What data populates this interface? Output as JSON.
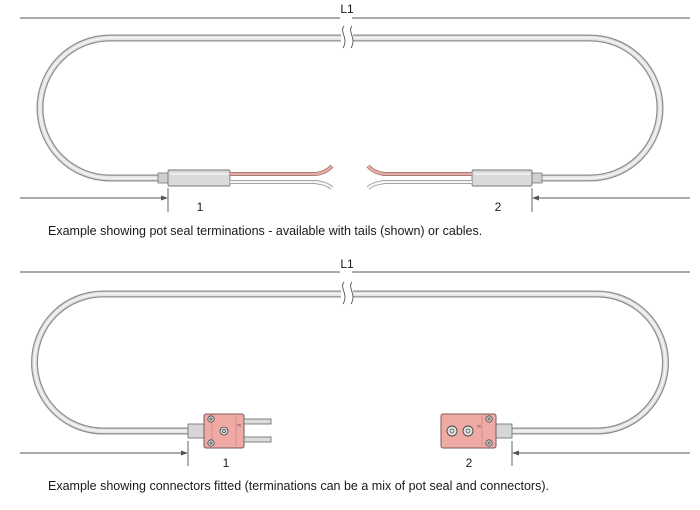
{
  "diagrams": [
    {
      "length_label": "L1",
      "end_1_label": "1",
      "end_2_label": "2",
      "caption": "Example showing pot seal terminations - available with tails (shown) or cables."
    },
    {
      "length_label": "L1",
      "end_1_label": "1",
      "end_2_label": "2",
      "caption": "Example showing connectors fitted (terminations can be a mix of pot seal and connectors)."
    }
  ],
  "connector_markings": {
    "left": "K",
    "right": "K"
  },
  "colors": {
    "cable_outer": "#9c9c9c",
    "cable_fill": "#dcdcdc",
    "wire_red": "#e9aaa4",
    "wire_white": "#f2f2f2",
    "connector_body": "#f0aaa6",
    "dimension_line": "#555555"
  }
}
